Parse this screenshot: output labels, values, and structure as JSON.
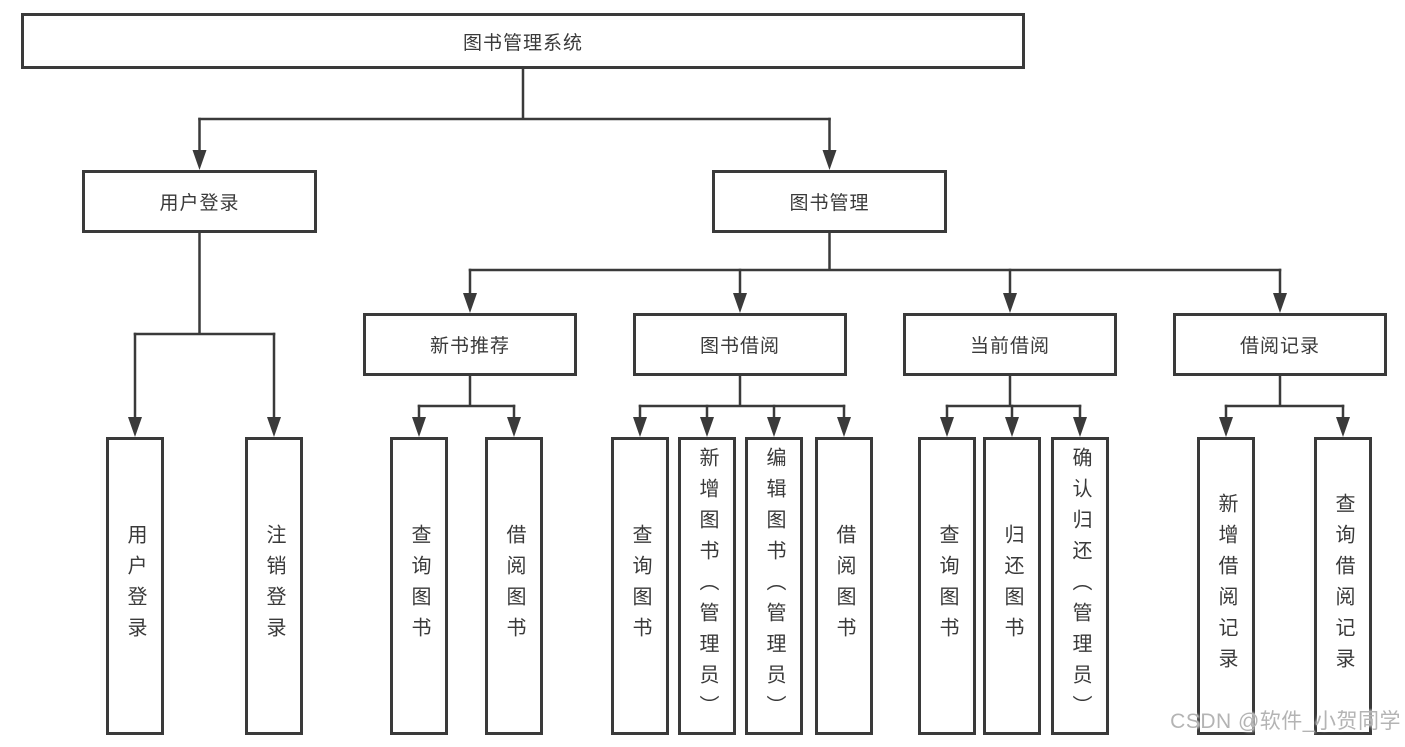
{
  "tree": {
    "root_label": "图书管理系统",
    "level1": [
      {
        "label": "用户登录",
        "leaves": [
          "用户登录",
          "注销登录"
        ]
      },
      {
        "label": "图书管理",
        "groups": [
          {
            "label": "新书推荐",
            "leaves": [
              "查询图书",
              "借阅图书"
            ]
          },
          {
            "label": "图书借阅",
            "leaves": [
              "查询图书",
              "新增图书（管理员）",
              "编辑图书（管理员）",
              "借阅图书"
            ]
          },
          {
            "label": "当前借阅",
            "leaves": [
              "查询图书",
              "归还图书",
              "确认归还（管理员）"
            ]
          },
          {
            "label": "借阅记录",
            "leaves": [
              "新增借阅记录",
              "查询借阅记录"
            ]
          }
        ]
      }
    ]
  },
  "watermark": {
    "text": "CSDN @软件_小贺同学"
  },
  "colors": {
    "line": "#3a3a3a",
    "text": "#3a3a3a",
    "background": "#ffffff",
    "watermark": "#b4b4b4"
  }
}
